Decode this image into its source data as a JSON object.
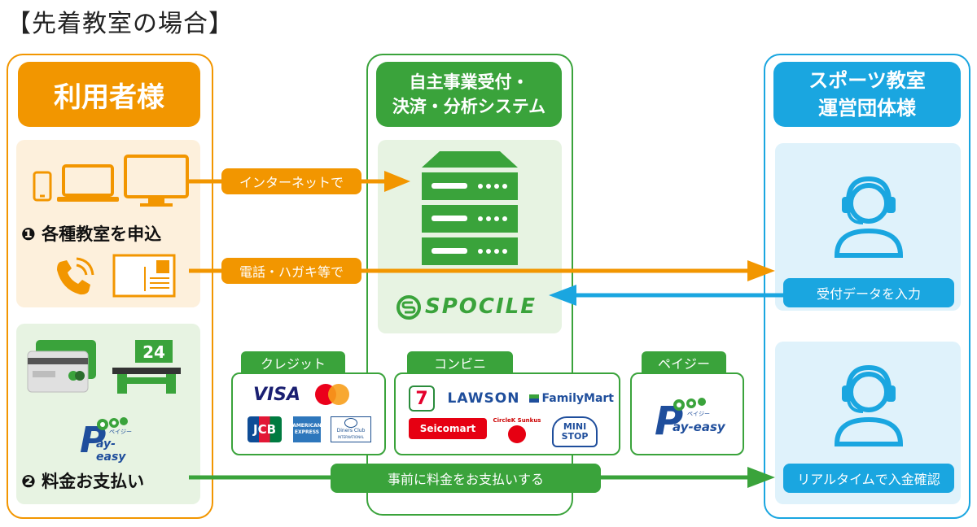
{
  "title": "【先着教室の場合】",
  "colors": {
    "orange": "#f29600",
    "orange_light": "#fdf0dc",
    "green": "#3aa33b",
    "green_light": "#e7f3e2",
    "blue": "#1aa6e0",
    "blue_light": "#dff2fb"
  },
  "user_column": {
    "header": "利用者様",
    "step1_label": "❶ 各種教室を申込",
    "step2_label": "❷ 料金お支払い",
    "payeasy_small": "ペイジー",
    "payeasy_text": "ay-easy",
    "store_number": "24"
  },
  "system_column": {
    "header_line1": "自主事業受付・",
    "header_line2": "決済・分析システム",
    "brand": "SPOCILE"
  },
  "org_column": {
    "header_line1": "スポーツ教室",
    "header_line2": "運営団体様"
  },
  "arrows": {
    "internet": "インターネットで",
    "phone": "電話・ハガキ等で",
    "input": "受付データを入力",
    "prepay": "事前に料金をお支払いする",
    "confirm": "リアルタイムで入金確認"
  },
  "payments": {
    "credit_label": "クレジット",
    "convenience_label": "コンビニ",
    "payeasy_label": "ペイジー",
    "credit_brands": {
      "visa": "VISA",
      "jcb": "JCB",
      "amex_line1": "AMERICAN",
      "amex_line2": "EXPRESS",
      "diners_line1": "Diners Club",
      "diners_line2": "INTERNATIONAL"
    },
    "conv_brands": {
      "seven": "7",
      "lawson": "LAWSON",
      "familymart": "FamilyMart",
      "seicomart": "Seicomart",
      "circlek": "CircleK Sunkus",
      "ministop_line1": "MINI",
      "ministop_line2": "STOP"
    },
    "payeasy_small": "ペイジー",
    "payeasy_text": "ay-easy"
  }
}
